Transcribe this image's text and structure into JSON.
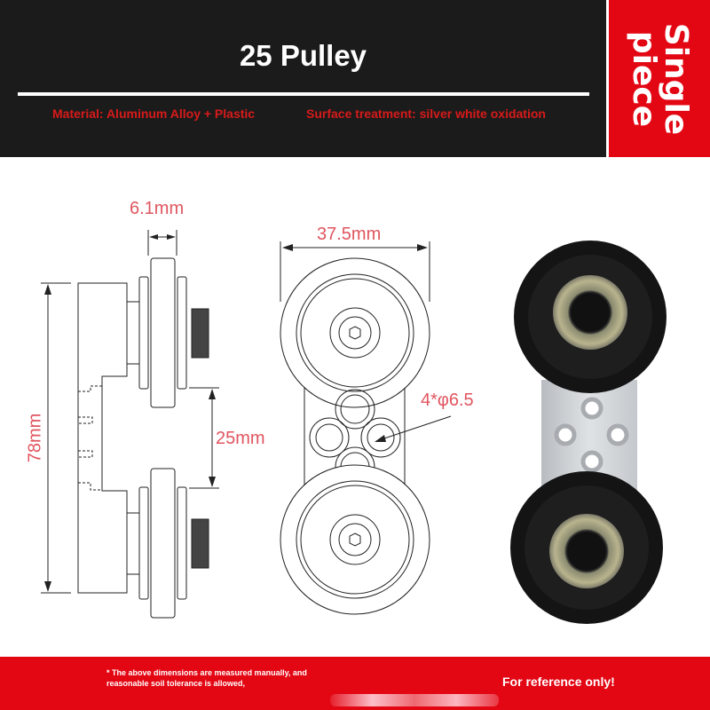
{
  "header": {
    "title": "25 Pulley",
    "material": "Material: Aluminum Alloy + Plastic",
    "surface": "Surface treatment: silver white oxidation"
  },
  "tab": {
    "line1": "Single",
    "line2": "piece",
    "color": "#e30613"
  },
  "dimensions": {
    "width_side": "6.1mm",
    "height_total": "78mm",
    "gap": "25mm",
    "width_front": "37.5mm",
    "holes": "4*φ6.5"
  },
  "footer": {
    "note": "* The above dimensions are measured manually, and reasonable soil tolerance is allowed,",
    "reference": "For reference only!"
  },
  "colors": {
    "header_bg": "#1c1b1b",
    "accent_red": "#e30613",
    "dimension_text": "#e0555f"
  }
}
